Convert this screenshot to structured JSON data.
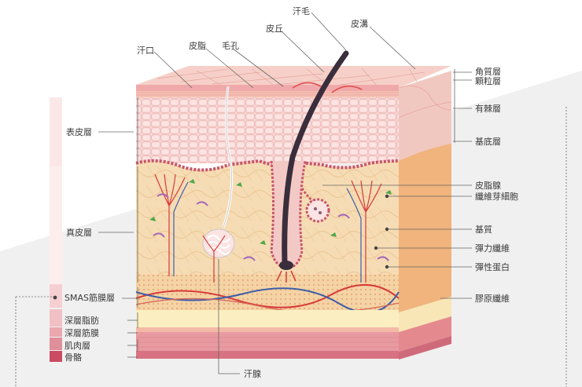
{
  "labels": {
    "sweat_hair": "汗毛",
    "skin_ridge": "皮丘",
    "skin_groove": "皮溝",
    "sweat_pore": "汗口",
    "sebum": "皮脂",
    "hair_pore": "毛孔",
    "stratum_corneum": "角質層",
    "granular_layer": "顆粒層",
    "spinous_layer": "有棘層",
    "basal_layer": "基底層",
    "sebaceous_gland": "皮脂腺",
    "fibroblast": "纖維芽細胞",
    "matrix": "基質",
    "elastic_fiber": "彈力纖維",
    "elastin": "彈性蛋白",
    "collagen_fiber": "膠原纖維",
    "sweat_gland": "汗腺",
    "epidermis": "表皮層",
    "dermis": "真皮層",
    "smas": "SMAS筋膜層",
    "deep_fat": "深層脂肪",
    "deep_fascia": "深層筋膜",
    "muscle": "肌肉層",
    "bone": "骨骼"
  },
  "colors": {
    "epidermis": "#f3c9c6",
    "dermis": "#f6dcb4",
    "side_face": "#f0b47c",
    "fat": "#fbefc2",
    "muscle": "#e79aa0",
    "bone": "#d87283",
    "artery": "#d83a3a",
    "vein": "#3d5ea8",
    "hair": "#3a2e3c"
  }
}
